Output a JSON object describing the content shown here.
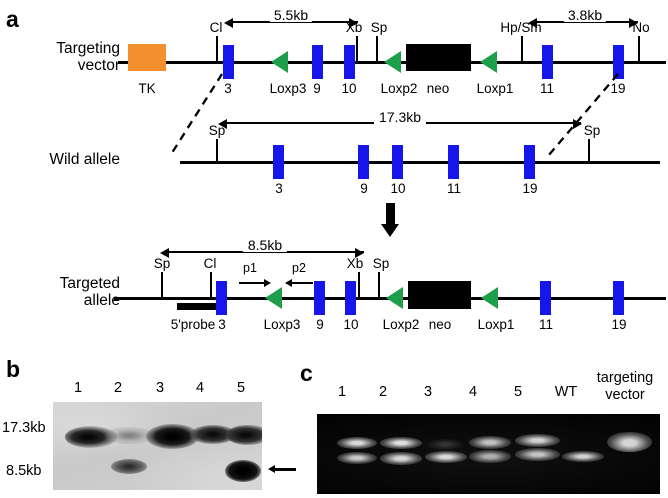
{
  "panels": {
    "a": "a",
    "b": "b",
    "c": "c"
  },
  "colors": {
    "exon_blue": "#1616ec",
    "tk_orange": "#f2902f",
    "loxp_green": "#1e9e4a",
    "neo_black": "#000000",
    "backbone": "#000000"
  },
  "panel_a": {
    "rows": [
      {
        "id": "targeting_vector",
        "label": "Targeting\nvector"
      },
      {
        "id": "wild_allele",
        "label": "Wild allele"
      },
      {
        "id": "targeted_allele",
        "label": "Targeted\nallele"
      }
    ],
    "targeting_vector": {
      "distance_labels": [
        {
          "text": "5.5kb"
        },
        {
          "text": "3.8kb"
        }
      ],
      "restriction_sites": [
        "Cl",
        "Xb",
        "Sp",
        "Hp/Sm",
        "No"
      ],
      "elements": [
        {
          "label": "TK",
          "type": "tk-box"
        },
        {
          "label": "3",
          "type": "exon"
        },
        {
          "label": "Loxp3",
          "type": "loxp"
        },
        {
          "label": "9",
          "type": "exon"
        },
        {
          "label": "10",
          "type": "exon"
        },
        {
          "label": "Loxp2",
          "type": "loxp"
        },
        {
          "label": "neo",
          "type": "neo-box"
        },
        {
          "label": "Loxp1",
          "type": "loxp"
        },
        {
          "label": "11",
          "type": "exon"
        },
        {
          "label": "19",
          "type": "exon"
        }
      ]
    },
    "wild_allele": {
      "distance_label": "17.3kb",
      "restriction_sites": [
        "Sp",
        "Sp"
      ],
      "exons": [
        "3",
        "9",
        "10",
        "11",
        "19"
      ]
    },
    "targeted_allele": {
      "distance_label": "8.5kb",
      "restriction_sites": [
        "Sp",
        "Cl",
        "Xb",
        "Sp"
      ],
      "primers": [
        "p1",
        "p2"
      ],
      "probe_label": "5'probe",
      "elements": [
        {
          "label": "3",
          "type": "exon"
        },
        {
          "label": "Loxp3",
          "type": "loxp"
        },
        {
          "label": "9",
          "type": "exon"
        },
        {
          "label": "10",
          "type": "exon"
        },
        {
          "label": "Loxp2",
          "type": "loxp"
        },
        {
          "label": "neo",
          "type": "neo-box"
        },
        {
          "label": "Loxp1",
          "type": "loxp"
        },
        {
          "label": "11",
          "type": "exon"
        },
        {
          "label": "19",
          "type": "exon"
        }
      ]
    }
  },
  "panel_b": {
    "type": "southern-blot",
    "lane_labels": [
      "1",
      "2",
      "3",
      "4",
      "5"
    ],
    "size_markers": [
      "17.3kb",
      "8.5kb"
    ],
    "arrow_marker": "→",
    "bands": [
      {
        "lane": "1",
        "size": "17.3kb",
        "intensity": "strong"
      },
      {
        "lane": "2",
        "size": "17.3kb",
        "intensity": "faint"
      },
      {
        "lane": "2",
        "size": "8.5kb",
        "intensity": "medium"
      },
      {
        "lane": "3",
        "size": "17.3kb",
        "intensity": "strong"
      },
      {
        "lane": "4",
        "size": "17.3kb",
        "intensity": "medium"
      },
      {
        "lane": "5",
        "size": "17.3kb",
        "intensity": "medium"
      },
      {
        "lane": "5",
        "size": "8.5kb",
        "intensity": "strong"
      }
    ]
  },
  "panel_c": {
    "type": "pcr-gel",
    "lane_labels": [
      "1",
      "2",
      "3",
      "4",
      "5",
      "WT",
      "targeting\nvector"
    ],
    "bands": [
      {
        "lane": "1",
        "count": 2
      },
      {
        "lane": "2",
        "count": 2
      },
      {
        "lane": "3",
        "count": 1
      },
      {
        "lane": "4",
        "count": 2
      },
      {
        "lane": "5",
        "count": 2
      },
      {
        "lane": "WT",
        "count": 1
      },
      {
        "lane": "targeting vector",
        "count": 1
      }
    ]
  }
}
